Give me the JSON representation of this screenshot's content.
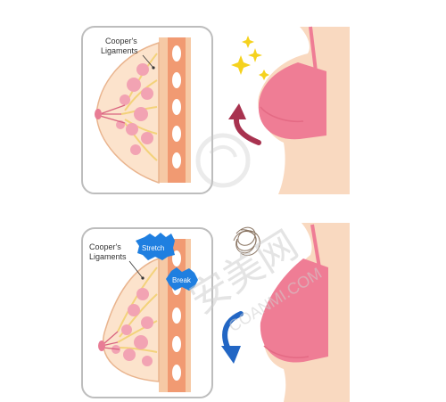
{
  "top_panel": {
    "label_line1": "Cooper's",
    "label_line2": "Ligaments"
  },
  "bottom_panel": {
    "label_line1": "Cooper's",
    "label_line2": "Ligaments",
    "badge_stretch": "Stretch",
    "badge_break": "Break"
  },
  "watermark": {
    "cn": "安美网",
    "en": "COANMI.COM"
  },
  "colors": {
    "skin": "#f9d9c0",
    "bra_pink": "#ef7d95",
    "lobule_pink": "#f2a3b3",
    "ligament_yellow": "#f3d27a",
    "frame_gray": "#bdbdbd",
    "arrow_up": "#a8324f",
    "arrow_down": "#2266c4",
    "badge_blue": "#1f7fe0",
    "sparkle": "#f5d21e"
  },
  "icons": {
    "up_arrow": "curved-up-arrow-icon",
    "down_arrow": "curved-down-arrow-icon",
    "sparkles": "sparkle-icon",
    "tangle": "tangled-hair-icon"
  }
}
